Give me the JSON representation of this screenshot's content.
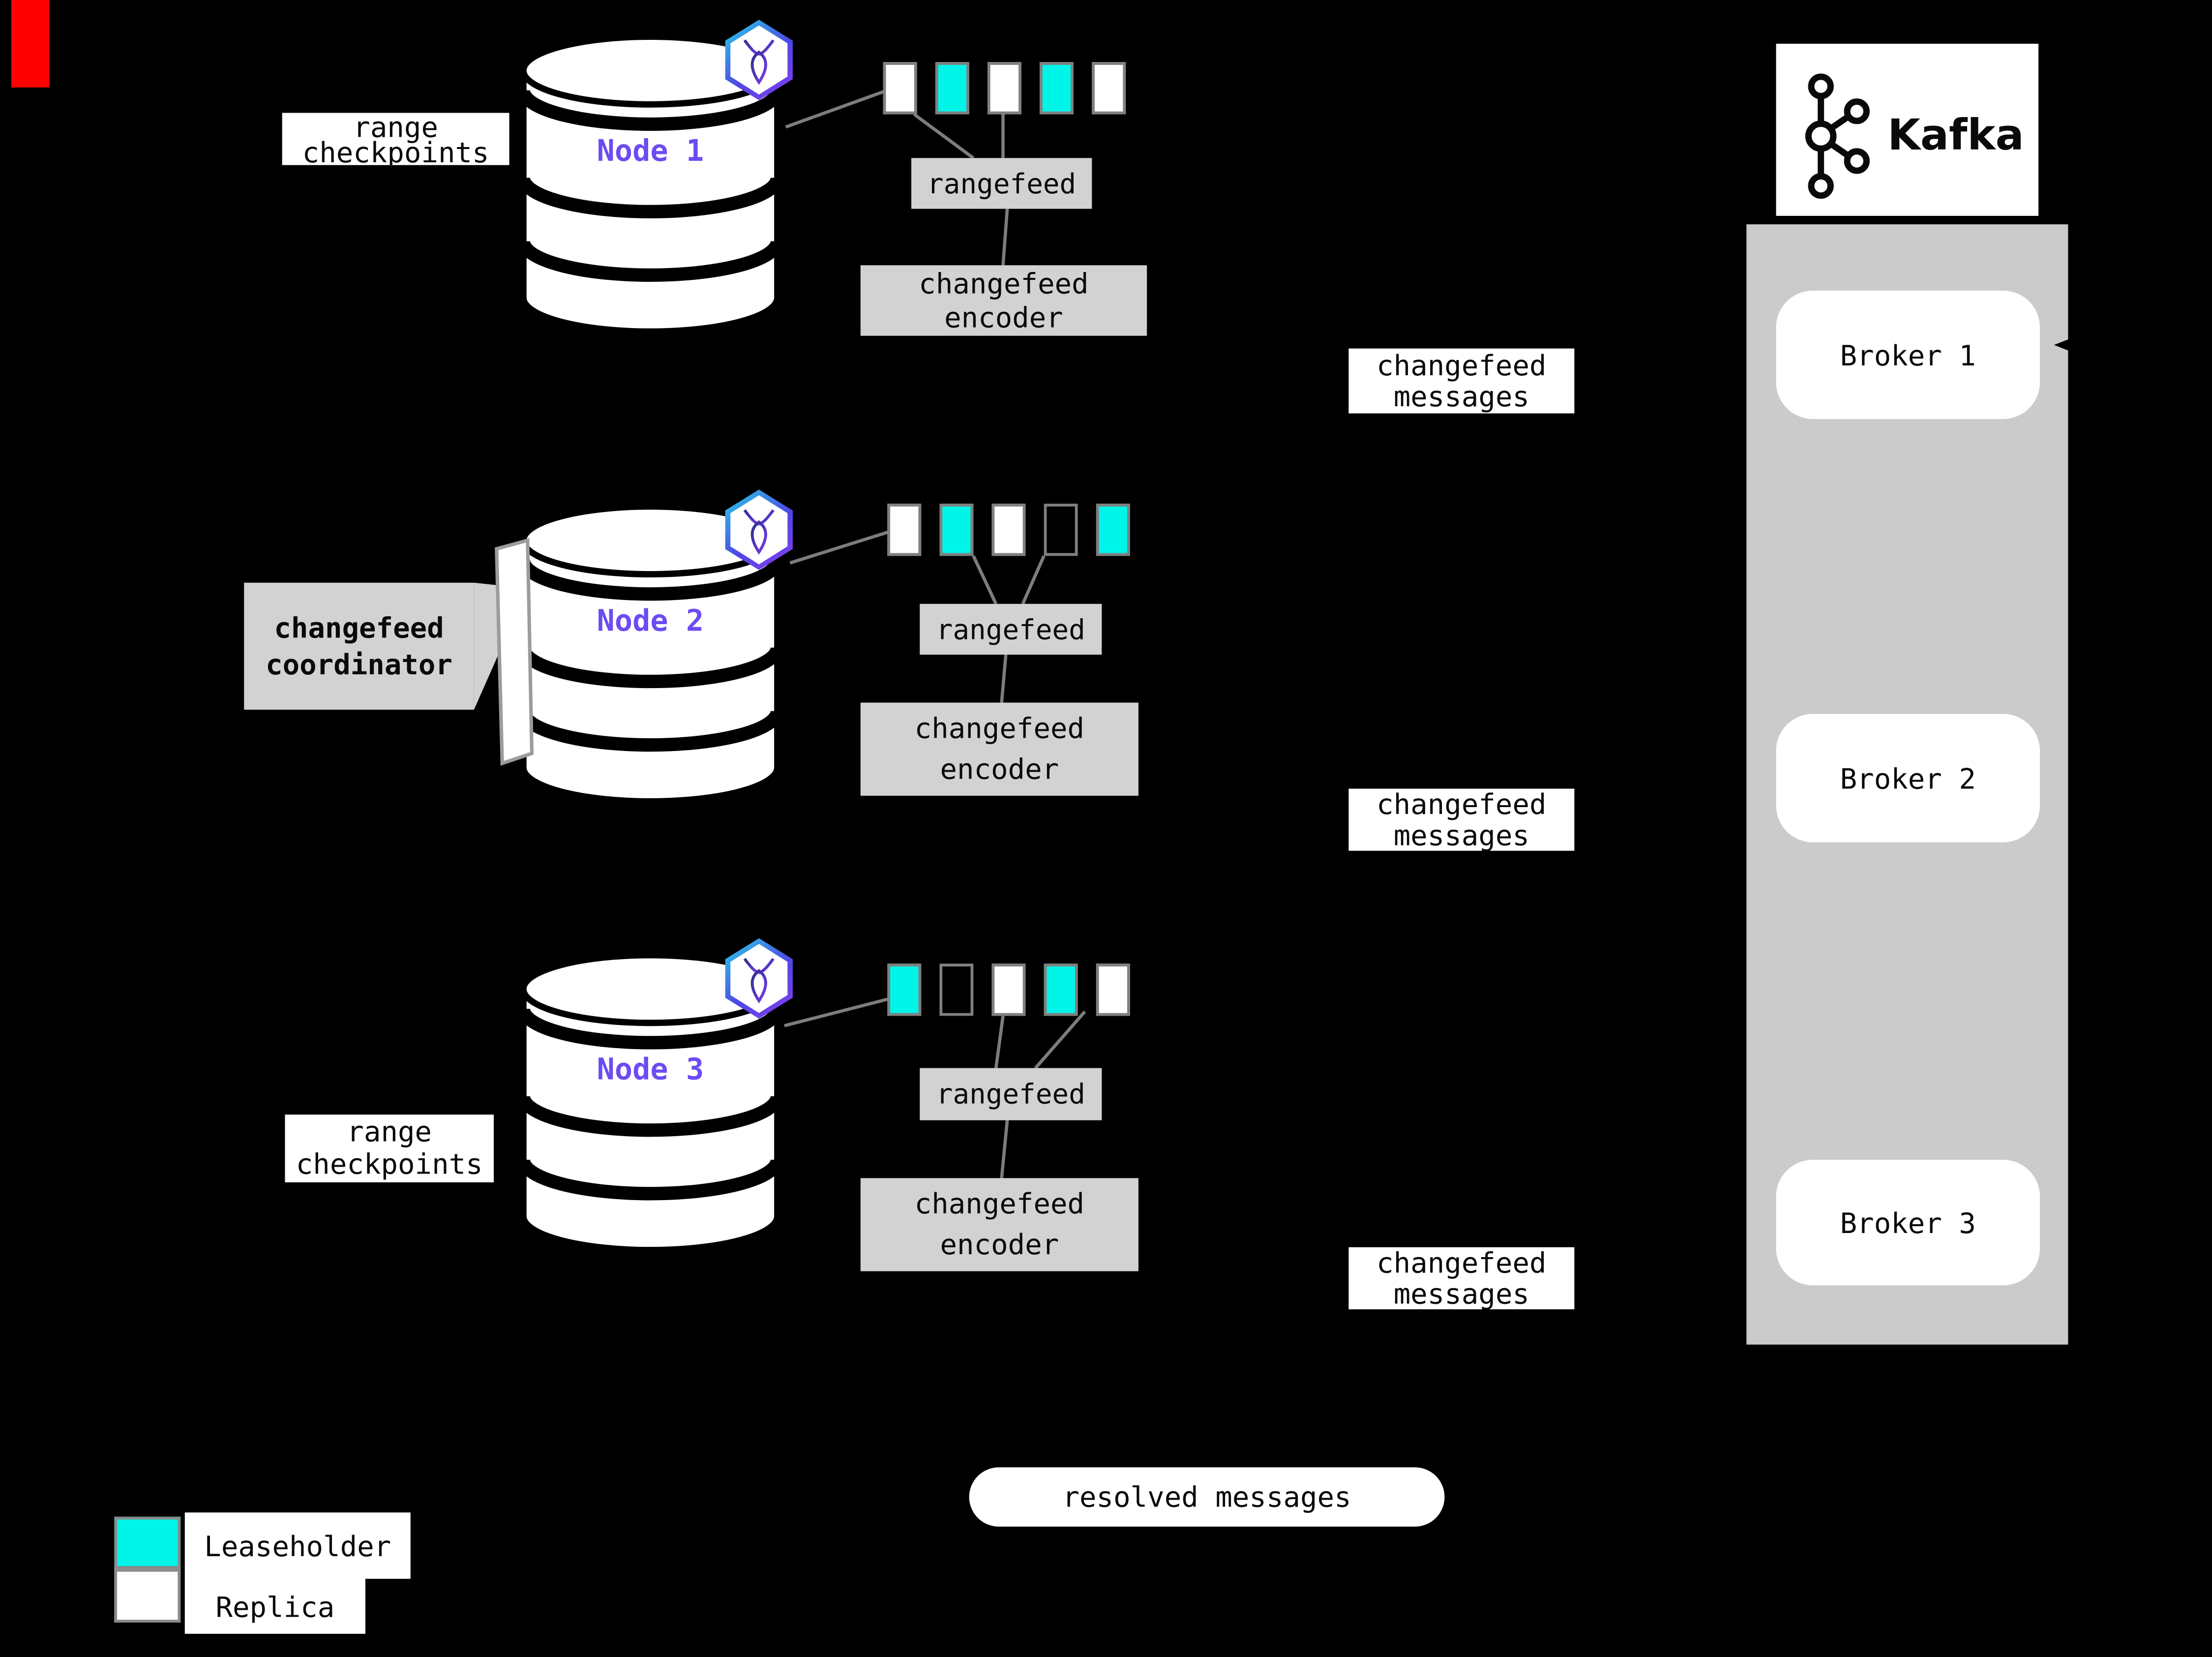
{
  "colors": {
    "leaseholder": "#00f5e9",
    "replica": "#ffffff",
    "boxgray": "#d2d2d2",
    "containergray": "#cbcbcb",
    "nodelabel": "#6c4cf2",
    "line": "#7d7d7d",
    "red": "#ff0000"
  },
  "labels": {
    "range_checkpoints": "range checkpoints",
    "rangefeed": "rangefeed",
    "changefeed_encoder": "changefeed encoder",
    "changefeed_messages": "changefeed messages",
    "changefeed_coordinator": "changefeed coordinator",
    "resolved_messages": "resolved messages"
  },
  "nodes": [
    {
      "label": "Node 1",
      "ranges": [
        "replica",
        "leaseholder",
        "replica",
        "leaseholder",
        "replica"
      ]
    },
    {
      "label": "Node 2",
      "ranges": [
        "replica",
        "leaseholder",
        "replica",
        "empty",
        "leaseholder"
      ]
    },
    {
      "label": "Node 3",
      "ranges": [
        "leaseholder",
        "empty",
        "replica",
        "leaseholder",
        "replica"
      ]
    }
  ],
  "kafka": {
    "wordmark": "Kafka",
    "brokers": [
      "Broker 1",
      "Broker 2",
      "Broker 3"
    ]
  },
  "legend": {
    "leaseholder": "Leaseholder",
    "replica": "Replica"
  },
  "icons": {
    "cockroach_badge": "cockroachdb-logo-icon",
    "kafka_logo": "kafka-logo-icon"
  }
}
